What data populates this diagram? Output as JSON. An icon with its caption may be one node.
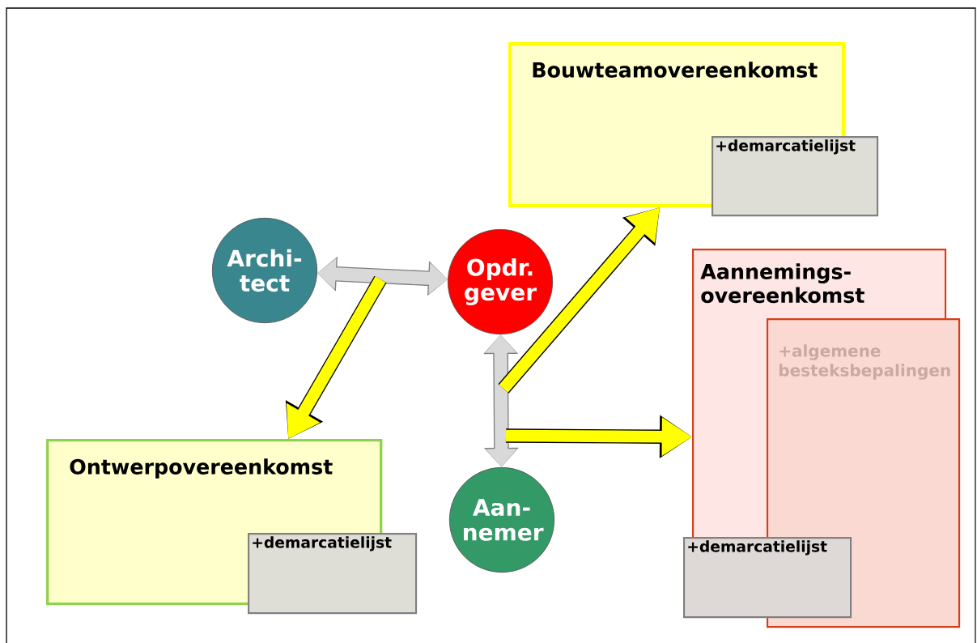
{
  "diagram": {
    "nodes": [
      {
        "text": [
          "Archi- tect"
        ]
      },
      {
        "text": [
          "Opdr. gever"
        ]
      },
      {
        "text": [
          "Aan- nemer"
        ]
      },
      {
        "text": [
          "Bouwteamovereenkomst"
        ]
      },
      {
        "text": [
          "+demarcatielijst"
        ]
      },
      {
        "text": [
          "Aannemings- overeenkomst"
        ]
      },
      {
        "text": [
          "+algemene besteksbepalingen"
        ]
      },
      {
        "text": [
          "+demarcatielijst"
        ]
      },
      {
        "text": [
          "Ontwerpovereenkomst"
        ]
      },
      {
        "text": [
          "+demarcatielijst"
        ]
      }
    ],
    "edges": [
      {
        "from": 0,
        "to": 1,
        "arrow": "both",
        "color": "#d9d9d9"
      },
      {
        "from": 1,
        "to": 2,
        "arrow": "both",
        "color": "#d9d9d9"
      },
      {
        "from": null,
        "to": 8,
        "arrow": "to"
      },
      {
        "from": null,
        "to": 3,
        "arrow": "to"
      },
      {
        "from": null,
        "to": 5,
        "arrow": "to"
      }
    ]
  }
}
